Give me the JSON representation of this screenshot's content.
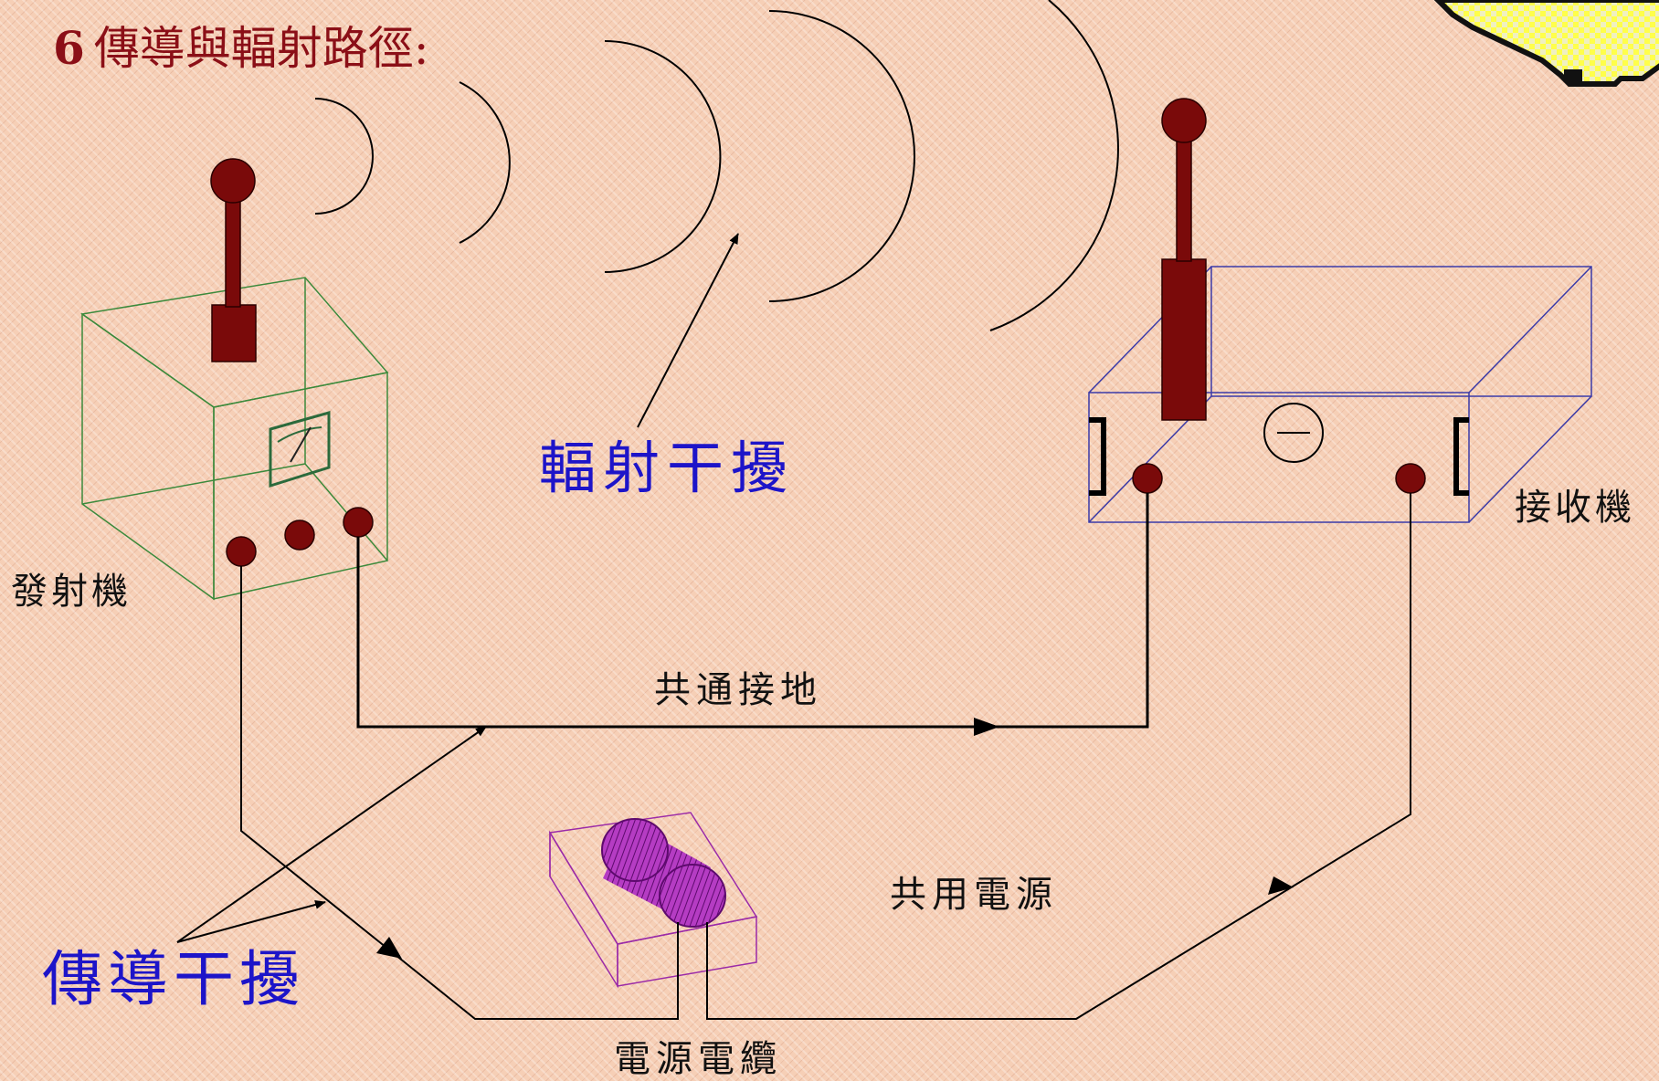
{
  "title": {
    "number": "6",
    "text": "傳導與輻射路徑:"
  },
  "labels": {
    "transmitter": "發射機",
    "receiver": "接收機",
    "radiated_interference": "輻射干擾",
    "conducted_interference": "傳導干擾",
    "common_ground": "共通接地",
    "shared_power": "共用電源",
    "power_cable": "電源電纜"
  },
  "colors": {
    "title": "#8b0f17",
    "interference_label": "#1d14c9",
    "antenna": "#7a0a0a",
    "transmitter_box": "#3c8a3c",
    "receiver_box": "#3a3aa8",
    "cable_box": "#9b2aa8",
    "wire": "#000000"
  },
  "icons": [
    "lightbulb-icon",
    "meter-icon",
    "minus-dial-icon"
  ]
}
